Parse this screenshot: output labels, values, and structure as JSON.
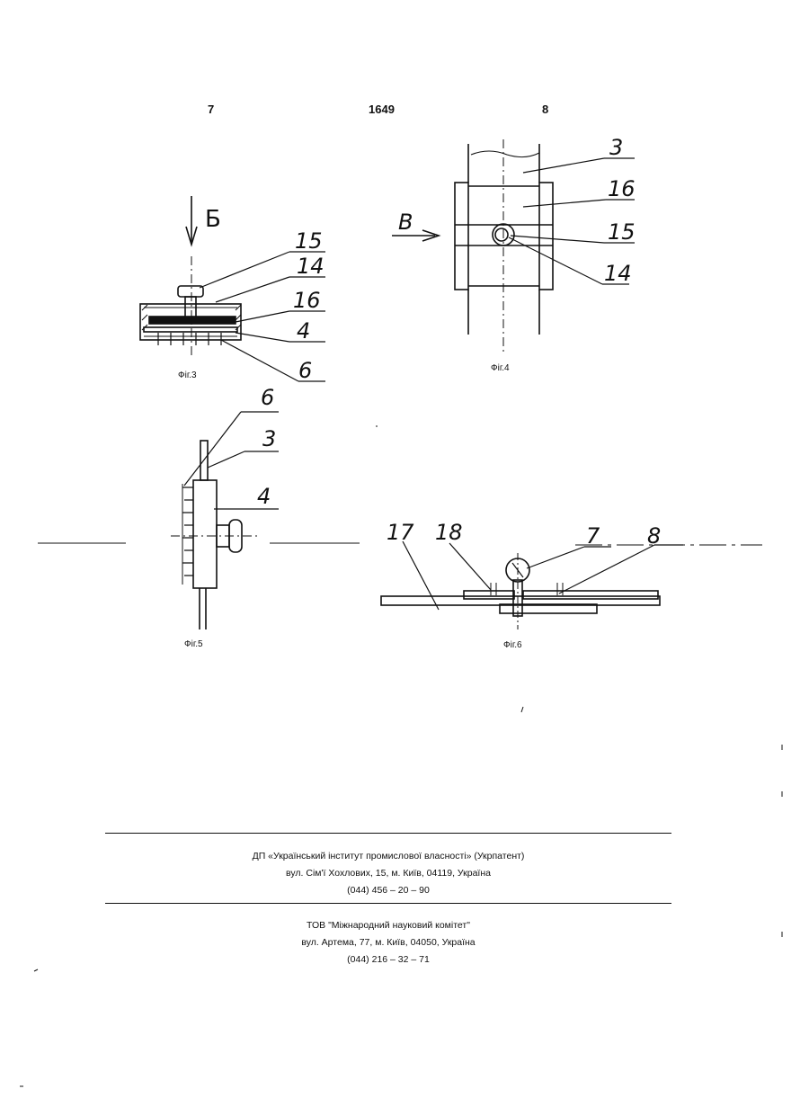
{
  "header": {
    "page_left": "7",
    "patent_number": "1649",
    "page_right": "8"
  },
  "figures": {
    "fig3": {
      "caption": "Фіг.3",
      "view_label": "Б",
      "callouts": [
        "15",
        "14",
        "16",
        "4",
        "6"
      ]
    },
    "fig4": {
      "caption": "Фіг.4",
      "view_label": "B",
      "callouts": [
        "3",
        "16",
        "15",
        "14"
      ]
    },
    "fig5": {
      "caption": "Фіг.5",
      "callouts": [
        "6",
        "3",
        "4"
      ]
    },
    "fig6": {
      "caption": "Фіг.6",
      "callouts": [
        "17",
        "18",
        "7",
        "8"
      ]
    }
  },
  "footer": {
    "publisher": {
      "name": "ДП «Український інститут промислової власності» (Укрпатент)",
      "address": "вул. Сім'ї Хохлових, 15, м. Київ, 04119, Україна",
      "phone": "(044) 456 – 20 –  90"
    },
    "printer": {
      "name": "ТОВ \"Міжнародний науковий комітет\"",
      "address": "вул. Артема, 77, м. Київ, 04050, Україна",
      "phone": "(044) 216 – 32 – 71"
    }
  }
}
